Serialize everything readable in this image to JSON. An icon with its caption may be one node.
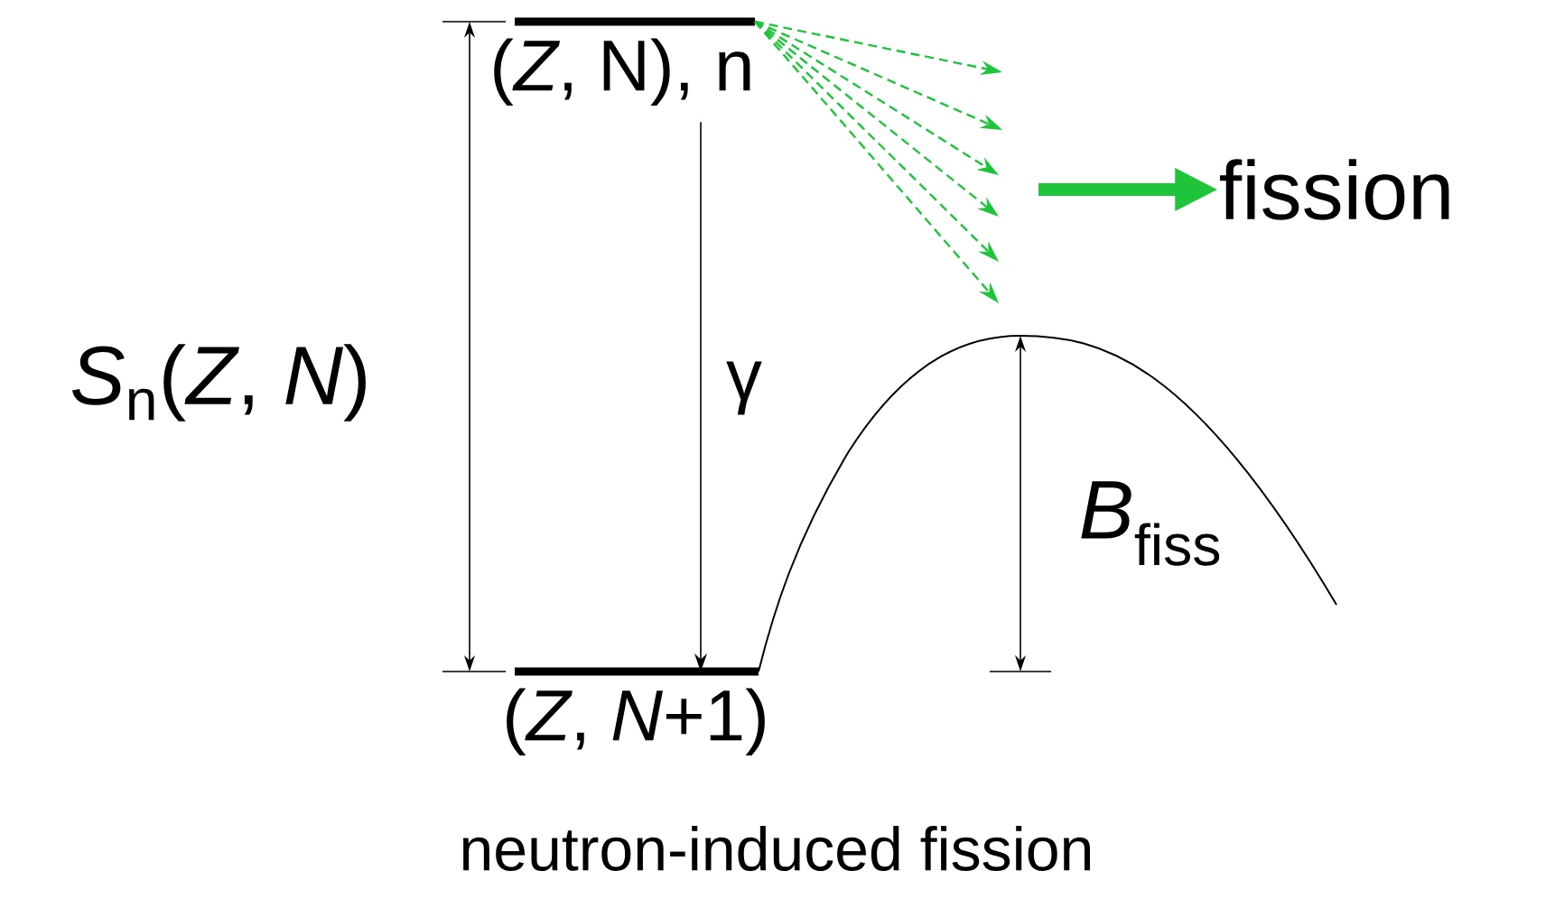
{
  "diagram": {
    "caption": "neutron-induced fission",
    "nodes": [
      {
        "text": [
          "(*Z*, N), n"
        ]
      },
      {
        "text": [
          "(*Z*, *N*+1)"
        ]
      },
      {
        "text": [
          "fission"
        ]
      }
    ],
    "edges": [
      {
        "from": 0,
        "to": 1,
        "arrow": "to",
        "label": "γ",
        "color": "#000000"
      },
      {
        "from": 0,
        "to": null,
        "arrow": "to",
        "style": "dashed"
      },
      {
        "from": 0,
        "to": null,
        "arrow": "to",
        "style": "dashed"
      },
      {
        "from": 0,
        "to": null,
        "arrow": "to",
        "style": "dashed"
      },
      {
        "from": 0,
        "to": null,
        "arrow": "to",
        "style": "dashed"
      },
      {
        "from": 0,
        "to": null,
        "arrow": "to",
        "style": "dashed"
      },
      {
        "from": 0,
        "to": null,
        "arrow": "to",
        "style": "dashed"
      },
      {
        "from": null,
        "to": 2,
        "arrow": "to",
        "style": "thick"
      }
    ],
    "labels": [
      "*S*$_{n}$(*Z*, *N*)",
      "*B*$_{fiss}$"
    ]
  }
}
